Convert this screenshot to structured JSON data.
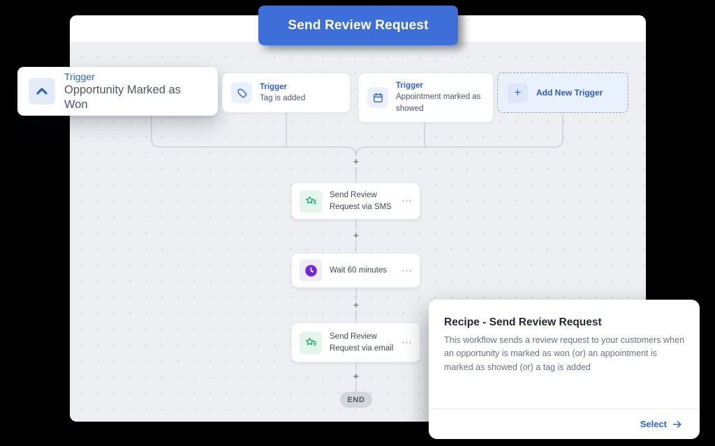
{
  "header": {
    "title": "Send Review Request"
  },
  "canvas": {
    "plus_glyph": "+",
    "end_label": "END",
    "more_glyph": "⋯"
  },
  "triggers": [
    {
      "label": "Trigger",
      "name": "Opportunity Marked as Won",
      "icon": "chevron-up-icon"
    },
    {
      "label": "Trigger",
      "name": "Tag is added",
      "icon": "tag-icon"
    },
    {
      "label": "Trigger",
      "name": "Appointment marked as showed",
      "icon": "calendar-icon"
    }
  ],
  "add_trigger": {
    "label": "Add New Trigger",
    "icon": "plus-icon",
    "plus_glyph": "+"
  },
  "actions": [
    {
      "name": "Send Review Request via SMS",
      "icon": "review-star-icon"
    },
    {
      "name": "Wait 60 minutes",
      "icon": "clock-icon"
    },
    {
      "name": "Send Review Request via email",
      "icon": "review-star-icon"
    }
  ],
  "recipe": {
    "title": "Recipe - Send Review Request",
    "description": "This workflow sends a review request to your customers when an opportunity is marked as won (or) an appointment is marked as showed (or) a tag is added",
    "select_label": "Select"
  },
  "colors": {
    "primary_blue": "#3E6FD8",
    "trigger_blue": "#2F62C9",
    "action_green": "#27A77A",
    "wait_purple": "#7227D8",
    "canvas_gray": "#EDEFF2"
  }
}
